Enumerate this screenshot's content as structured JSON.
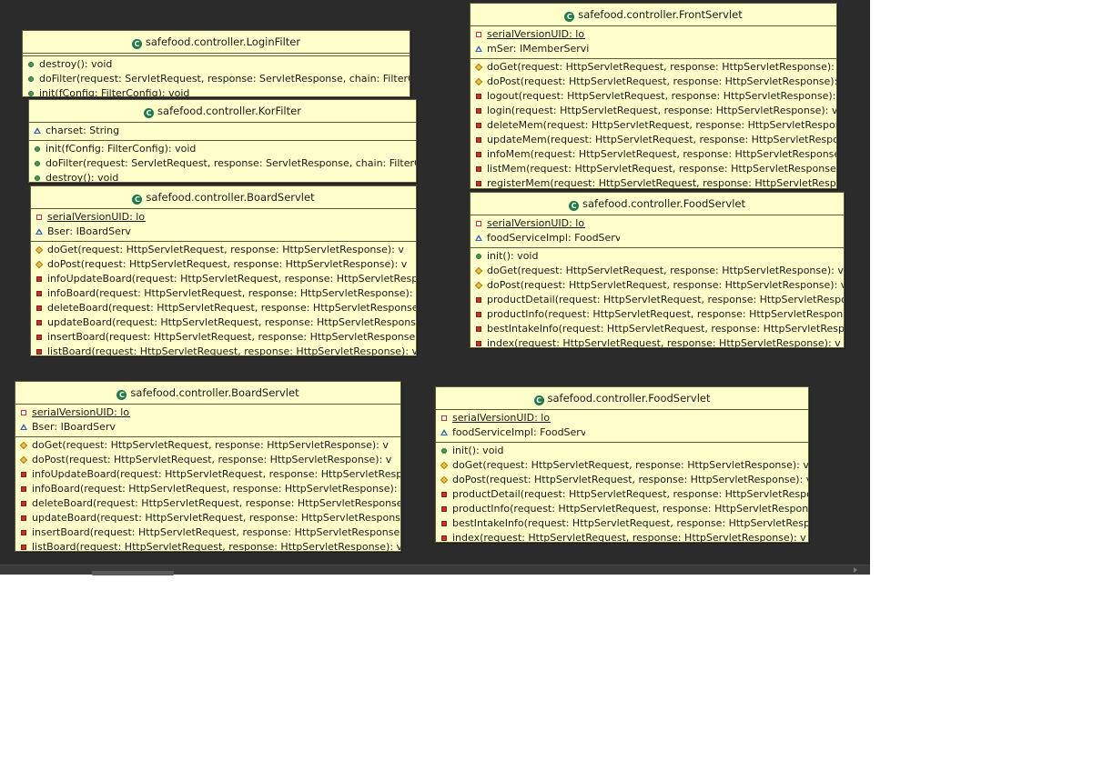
{
  "diagram": {
    "classes": [
      {
        "id": "loginfilter",
        "title": "safefood.controller.LoginFilter",
        "sections": [
          [],
          [
            {
              "vis": "public",
              "text": "destroy(): void"
            },
            {
              "vis": "public",
              "text": "doFilter(request: ServletRequest, response: ServletResponse, chain: FilterChain): v"
            },
            {
              "vis": "public",
              "text": "init(fConfig: FilterConfig): void"
            }
          ]
        ]
      },
      {
        "id": "korfilter",
        "title": "safefood.controller.KorFilter",
        "sections": [
          [
            {
              "vis": "package",
              "text": "charset: String"
            }
          ],
          [
            {
              "vis": "public",
              "text": "init(fConfig: FilterConfig): void"
            },
            {
              "vis": "public",
              "text": "doFilter(request: ServletRequest, response: ServletResponse, chain: FilterChain): v"
            },
            {
              "vis": "public",
              "text": "destroy(): void"
            }
          ]
        ]
      },
      {
        "id": "boardservlet-top",
        "title": "safefood.controller.BoardServlet",
        "sections": [
          [
            {
              "vis": "private-field",
              "static": true,
              "clip": true,
              "text": "serialVersionUID: long"
            },
            {
              "vis": "package",
              "clip": true,
              "text": "Bser: IBoardService"
            }
          ],
          [
            {
              "vis": "protected",
              "text": "doGet(request: HttpServletRequest, response: HttpServletResponse): v"
            },
            {
              "vis": "protected",
              "text": "doPost(request: HttpServletRequest, response: HttpServletResponse): v"
            },
            {
              "vis": "private",
              "text": "infoUpdateBoard(request: HttpServletRequest, response: HttpServletResponse):"
            },
            {
              "vis": "private",
              "text": "infoBoard(request: HttpServletRequest, response: HttpServletResponse): v"
            },
            {
              "vis": "private",
              "text": "deleteBoard(request: HttpServletRequest, response: HttpServletResponse):"
            },
            {
              "vis": "private",
              "text": "updateBoard(request: HttpServletRequest, response: HttpServletResponse): v"
            },
            {
              "vis": "private",
              "text": "insertBoard(request: HttpServletRequest, response: HttpServletResponse): v"
            },
            {
              "vis": "private",
              "text": "listBoard(request: HttpServletRequest, response: HttpServletResponse): v"
            }
          ]
        ]
      },
      {
        "id": "frontservlet",
        "title": "safefood.controller.FrontServlet",
        "sections": [
          [
            {
              "vis": "private-field",
              "static": true,
              "clip": true,
              "text": "serialVersionUID: long"
            },
            {
              "vis": "package",
              "clip": true,
              "text": "mSer: IMemberService"
            }
          ],
          [
            {
              "vis": "protected",
              "text": "doGet(request: HttpServletRequest, response: HttpServletResponse): v"
            },
            {
              "vis": "protected",
              "text": "doPost(request: HttpServletRequest, response: HttpServletResponse): v"
            },
            {
              "vis": "private",
              "text": "logout(request: HttpServletRequest, response: HttpServletResponse): v"
            },
            {
              "vis": "private",
              "text": "login(request: HttpServletRequest, response: HttpServletResponse): v"
            },
            {
              "vis": "private",
              "text": "deleteMem(request: HttpServletRequest, response: HttpServletResponse): v"
            },
            {
              "vis": "private",
              "text": "updateMem(request: HttpServletRequest, response: HttpServletResponse): v"
            },
            {
              "vis": "private",
              "text": "infoMem(request: HttpServletRequest, response: HttpServletResponse): v"
            },
            {
              "vis": "private",
              "text": "listMem(request: HttpServletRequest, response: HttpServletResponse): v"
            },
            {
              "vis": "private",
              "text": "registerMem(request: HttpServletRequest, response: HttpServletResponse):"
            }
          ]
        ]
      },
      {
        "id": "foodservlet-top",
        "title": "safefood.controller.FoodServlet",
        "sections": [
          [
            {
              "vis": "private-field",
              "static": true,
              "clip": true,
              "text": "serialVersionUID: long"
            },
            {
              "vis": "package",
              "clip": true,
              "text": "foodServiceImpl: FoodService"
            }
          ],
          [
            {
              "vis": "public",
              "text": "init(): void"
            },
            {
              "vis": "protected",
              "text": "doGet(request: HttpServletRequest, response: HttpServletResponse): v"
            },
            {
              "vis": "protected",
              "text": "doPost(request: HttpServletRequest, response: HttpServletResponse): v"
            },
            {
              "vis": "private",
              "text": "productDetail(request: HttpServletRequest, response: HttpServletResponse): v"
            },
            {
              "vis": "private",
              "text": "productInfo(request: HttpServletRequest, response: HttpServletResponse): v"
            },
            {
              "vis": "private",
              "text": "bestIntakeInfo(request: HttpServletRequest, response: HttpServletResponse): v"
            },
            {
              "vis": "private",
              "text": "index(request: HttpServletRequest, response: HttpServletResponse): v"
            }
          ]
        ]
      },
      {
        "id": "boardservlet-bottom",
        "title": "safefood.controller.BoardServlet",
        "sections": [
          [
            {
              "vis": "private-field",
              "static": true,
              "clip": true,
              "text": "serialVersionUID: long"
            },
            {
              "vis": "package",
              "clip": true,
              "text": "Bser: IBoardService"
            }
          ],
          [
            {
              "vis": "protected",
              "text": "doGet(request: HttpServletRequest, response: HttpServletResponse): v"
            },
            {
              "vis": "protected",
              "text": "doPost(request: HttpServletRequest, response: HttpServletResponse): v"
            },
            {
              "vis": "private",
              "text": "infoUpdateBoard(request: HttpServletRequest, response: HttpServletResponse):"
            },
            {
              "vis": "private",
              "text": "infoBoard(request: HttpServletRequest, response: HttpServletResponse): v"
            },
            {
              "vis": "private",
              "text": "deleteBoard(request: HttpServletRequest, response: HttpServletResponse):"
            },
            {
              "vis": "private",
              "text": "updateBoard(request: HttpServletRequest, response: HttpServletResponse): v"
            },
            {
              "vis": "private",
              "text": "insertBoard(request: HttpServletRequest, response: HttpServletResponse): v"
            },
            {
              "vis": "private",
              "text": "listBoard(request: HttpServletRequest, response: HttpServletResponse): v"
            }
          ]
        ]
      },
      {
        "id": "foodservlet-bottom",
        "title": "safefood.controller.FoodServlet",
        "sections": [
          [
            {
              "vis": "private-field",
              "static": true,
              "clip": true,
              "text": "serialVersionUID: long"
            },
            {
              "vis": "package",
              "clip": true,
              "text": "foodServiceImpl: FoodService"
            }
          ],
          [
            {
              "vis": "public",
              "text": "init(): void"
            },
            {
              "vis": "protected",
              "text": "doGet(request: HttpServletRequest, response: HttpServletResponse): v"
            },
            {
              "vis": "protected",
              "text": "doPost(request: HttpServletRequest, response: HttpServletResponse): v"
            },
            {
              "vis": "private",
              "text": "productDetail(request: HttpServletRequest, response: HttpServletResponse): v"
            },
            {
              "vis": "private",
              "text": "productInfo(request: HttpServletRequest, response: HttpServletResponse): v"
            },
            {
              "vis": "private",
              "text": "bestIntakeInfo(request: HttpServletRequest, response: HttpServletResponse): v"
            },
            {
              "vis": "private",
              "text": "index(request: HttpServletRequest, response: HttpServletResponse): v"
            }
          ]
        ]
      }
    ]
  },
  "colors": {
    "canvas_background": "#2b2b2b",
    "class_fill": "#ffffcc",
    "class_border": "#5c5c3c",
    "class_icon": "#1f7a4c",
    "public_marker": "#3f9b59",
    "private_marker": "#cc2e2e",
    "protected_marker": "#f0c040",
    "package_marker": "#2d64b8"
  },
  "icons": {
    "class": "class-icon",
    "public": "public-method-icon",
    "private": "private-method-icon",
    "private-field": "private-field-icon",
    "protected": "protected-method-icon",
    "package": "package-field-icon"
  }
}
